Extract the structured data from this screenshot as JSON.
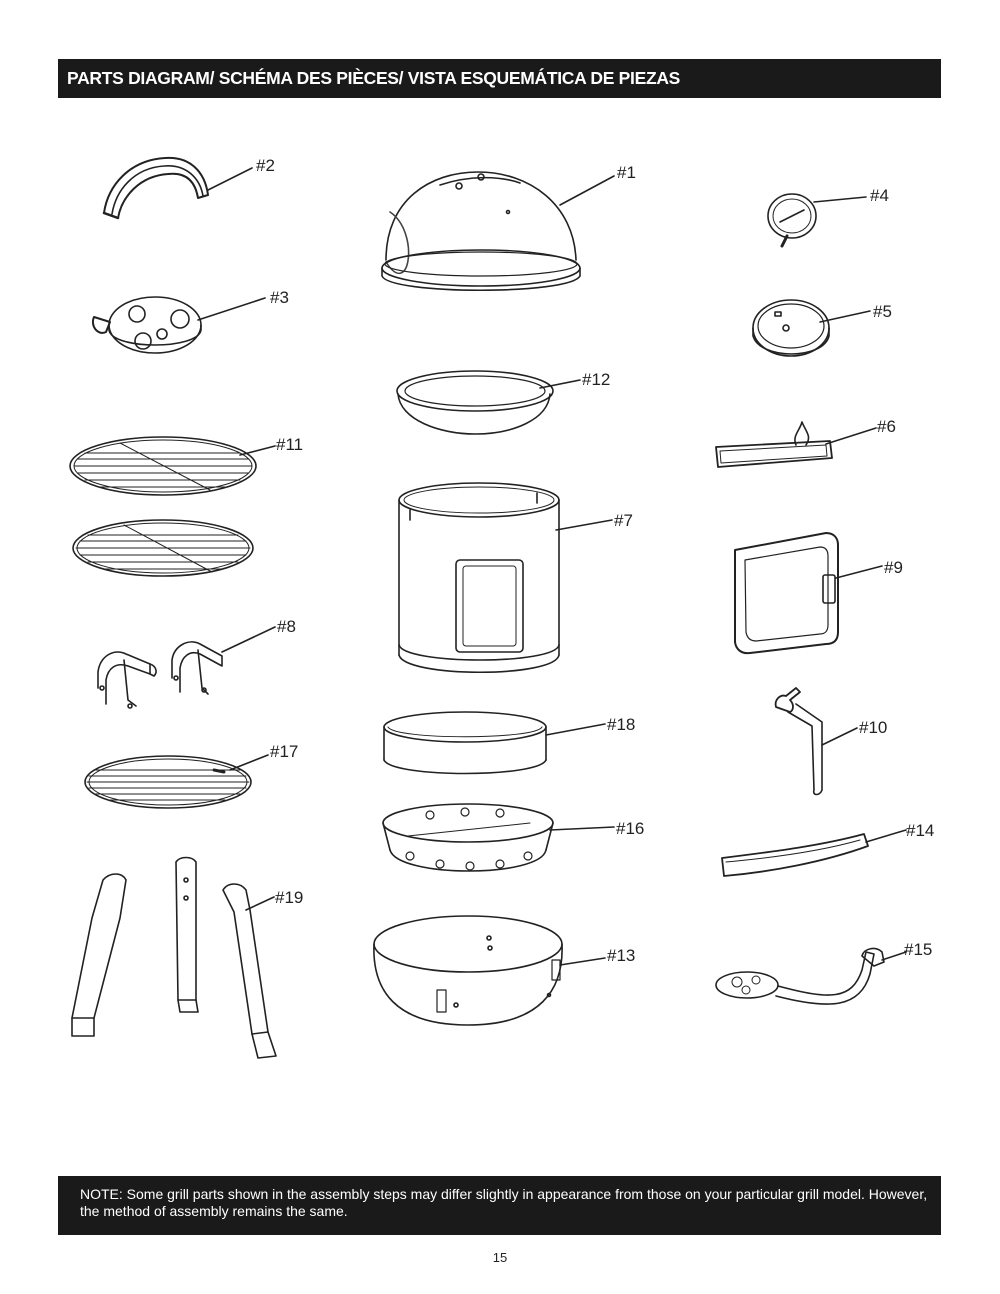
{
  "header": {
    "title": "PARTS DIAGRAM/ SCHÉMA DES PIÈCES/ VISTA ESQUEMÁTICA DE PIEZAS"
  },
  "parts": [
    {
      "label": "#1"
    },
    {
      "label": "#2"
    },
    {
      "label": "#3"
    },
    {
      "label": "#4"
    },
    {
      "label": "#5"
    },
    {
      "label": "#6"
    },
    {
      "label": "#7"
    },
    {
      "label": "#8"
    },
    {
      "label": "#9"
    },
    {
      "label": "#10"
    },
    {
      "label": "#11"
    },
    {
      "label": "#12"
    },
    {
      "label": "#13"
    },
    {
      "label": "#14"
    },
    {
      "label": "#15"
    },
    {
      "label": "#16"
    },
    {
      "label": "#17"
    },
    {
      "label": "#18"
    },
    {
      "label": "#19"
    }
  ],
  "note": {
    "text": "NOTE: Some grill parts shown in the assembly steps may differ slightly in appearance from those on your particular grill model. However, the method of assembly remains the same."
  },
  "page_number": "15",
  "colors": {
    "bar": "#1a1a1a",
    "line": "#222222"
  }
}
